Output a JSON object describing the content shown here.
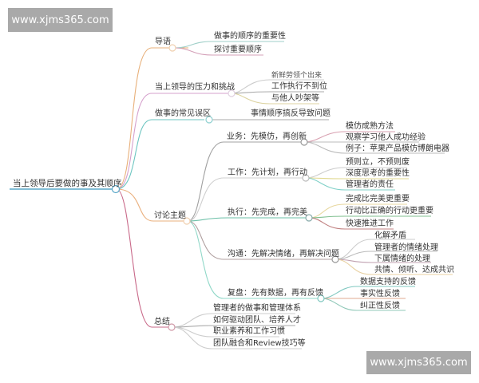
{
  "watermarks": {
    "top": "www.xjms365.com",
    "bottom": "www.xjms365.com"
  },
  "mindmap": {
    "root": "当上领导后要做的事及其顺序",
    "branches": [
      {
        "label": "导语",
        "color": "#e8b07a",
        "children": [
          "做事的顺序的重要性",
          "探讨重要顺序"
        ]
      },
      {
        "label": "当上领导的压力和挑战",
        "color": "#d5a0cc",
        "children": [
          "新鲜劳领个出来",
          "工作执行不到位",
          "与他人吵架等"
        ]
      },
      {
        "label": "做事的常见误区",
        "color": "#6cc5c0",
        "children": [
          "事情顺序搞反导致问题"
        ]
      },
      {
        "label": "讨论主题",
        "color": "#eab07e",
        "children": [
          {
            "label": "业务：先模仿，再创新",
            "children": [
              "模仿成熟方法",
              "观察学习他人成功经验",
              "例子：苹果产品模仿博朗电器"
            ]
          },
          {
            "label": "工作：先计划，再行动",
            "children": [
              "预则立，不预则废",
              "深度思考的重要性",
              "管理者的责任"
            ]
          },
          {
            "label": "执行：先完成，再完美",
            "children": [
              "完成比完美更重要",
              "行动比正确的行动更重要",
              "快速推进工作"
            ]
          },
          {
            "label": "沟通：先解决情绪，再解决问题",
            "children": [
              "化解矛盾",
              "管理者的情绪处理",
              "下属情绪的处理",
              "共情、倾听、达成共识"
            ]
          },
          {
            "label": "复盘：先有数据，再有反馈",
            "children": [
              "数据支持的反馈",
              "事实性反馈",
              "纠正性反馈"
            ]
          }
        ]
      },
      {
        "label": "总结",
        "color": "#c96a8a",
        "children": [
          "管理者的做事和管理体系",
          "如何驱动团队、培养人才",
          "职业素养和工作习惯",
          "团队融合和Review技巧等"
        ]
      }
    ]
  }
}
